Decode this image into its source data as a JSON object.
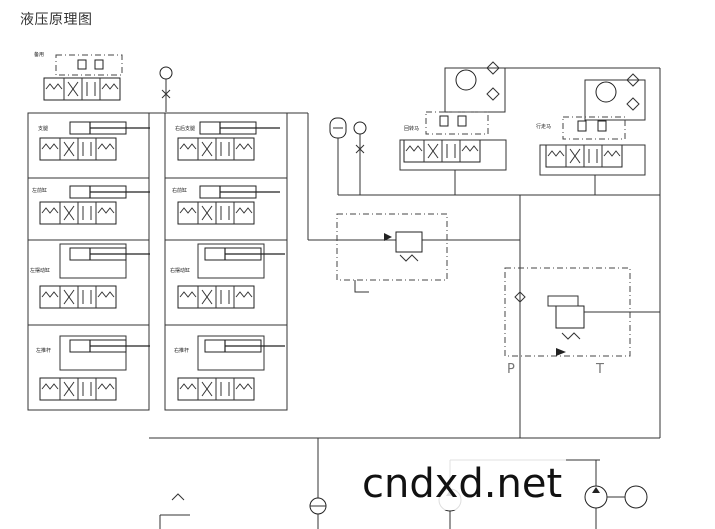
{
  "title": "液压原理图",
  "labels": {
    "top": "备用",
    "left_1": "支腿",
    "left_2": "左前缸",
    "left_3": "左摆动缸",
    "left_4": "左推杆",
    "right_1": "右后支腿",
    "right_2": "右前缸",
    "right_3": "右摆动缸",
    "right_4": "右推杆",
    "motor_left": "回转马",
    "motor_right": "行走马",
    "port_p": "P",
    "port_t": "T"
  },
  "watermark": "cndxd.net"
}
